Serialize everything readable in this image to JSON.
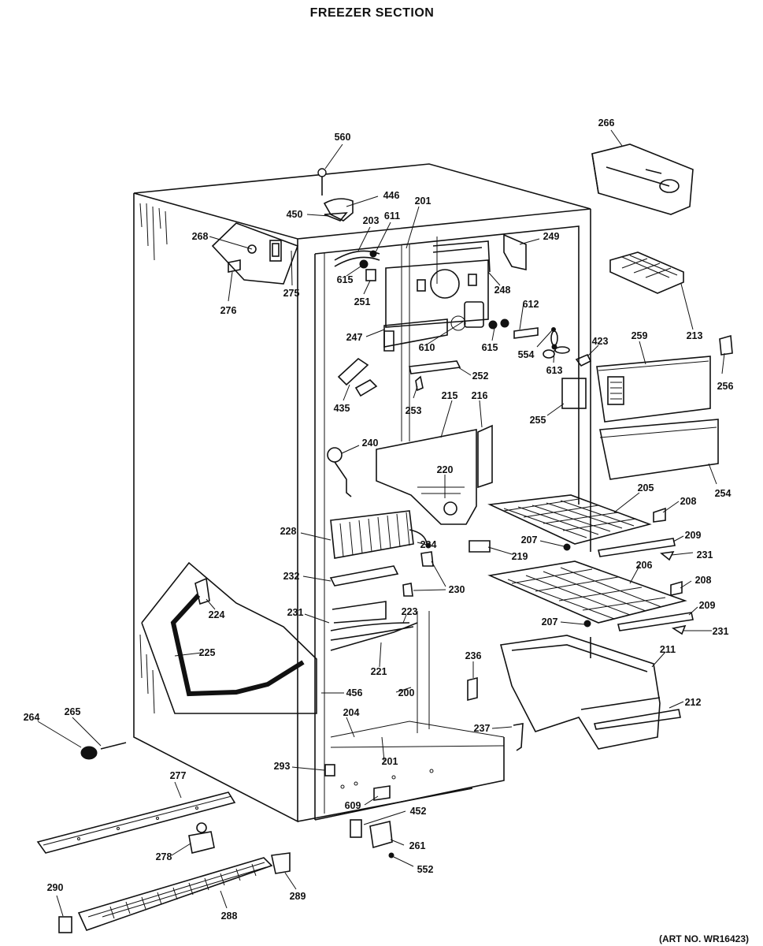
{
  "title": "FREEZER SECTION",
  "art_number": "(ART NO. WR16423)",
  "part_labels": [
    {
      "id": "266",
      "text": "266"
    },
    {
      "id": "560",
      "text": "560"
    },
    {
      "id": "446",
      "text": "446"
    },
    {
      "id": "450",
      "text": "450"
    },
    {
      "id": "201a",
      "text": "201"
    },
    {
      "id": "611",
      "text": "611"
    },
    {
      "id": "203",
      "text": "203"
    },
    {
      "id": "249",
      "text": "249"
    },
    {
      "id": "268",
      "text": "268"
    },
    {
      "id": "615a",
      "text": "615"
    },
    {
      "id": "251",
      "text": "251"
    },
    {
      "id": "248",
      "text": "248"
    },
    {
      "id": "275",
      "text": "275"
    },
    {
      "id": "276",
      "text": "276"
    },
    {
      "id": "612",
      "text": "612"
    },
    {
      "id": "213",
      "text": "213"
    },
    {
      "id": "247",
      "text": "247"
    },
    {
      "id": "610",
      "text": "610"
    },
    {
      "id": "615b",
      "text": "615"
    },
    {
      "id": "423",
      "text": "423"
    },
    {
      "id": "259",
      "text": "259"
    },
    {
      "id": "554",
      "text": "554"
    },
    {
      "id": "613",
      "text": "613"
    },
    {
      "id": "256",
      "text": "256"
    },
    {
      "id": "252",
      "text": "252"
    },
    {
      "id": "435",
      "text": "435"
    },
    {
      "id": "253",
      "text": "253"
    },
    {
      "id": "215",
      "text": "215"
    },
    {
      "id": "216",
      "text": "216"
    },
    {
      "id": "255",
      "text": "255"
    },
    {
      "id": "240",
      "text": "240"
    },
    {
      "id": "220",
      "text": "220"
    },
    {
      "id": "254",
      "text": "254"
    },
    {
      "id": "205",
      "text": "205"
    },
    {
      "id": "208a",
      "text": "208"
    },
    {
      "id": "228",
      "text": "228"
    },
    {
      "id": "234",
      "text": "234"
    },
    {
      "id": "207a",
      "text": "207"
    },
    {
      "id": "209a",
      "text": "209"
    },
    {
      "id": "219",
      "text": "219"
    },
    {
      "id": "231a",
      "text": "231"
    },
    {
      "id": "232",
      "text": "232"
    },
    {
      "id": "230",
      "text": "230"
    },
    {
      "id": "206",
      "text": "206"
    },
    {
      "id": "208b",
      "text": "208"
    },
    {
      "id": "224",
      "text": "224"
    },
    {
      "id": "231b",
      "text": "231"
    },
    {
      "id": "223",
      "text": "223"
    },
    {
      "id": "209b",
      "text": "209"
    },
    {
      "id": "207b",
      "text": "207"
    },
    {
      "id": "231c",
      "text": "231"
    },
    {
      "id": "225",
      "text": "225"
    },
    {
      "id": "211",
      "text": "211"
    },
    {
      "id": "221",
      "text": "221"
    },
    {
      "id": "236",
      "text": "236"
    },
    {
      "id": "456",
      "text": "456"
    },
    {
      "id": "200",
      "text": "200"
    },
    {
      "id": "212",
      "text": "212"
    },
    {
      "id": "264",
      "text": "264"
    },
    {
      "id": "265",
      "text": "265"
    },
    {
      "id": "204",
      "text": "204"
    },
    {
      "id": "237",
      "text": "237"
    },
    {
      "id": "201b",
      "text": "201"
    },
    {
      "id": "293",
      "text": "293"
    },
    {
      "id": "277",
      "text": "277"
    },
    {
      "id": "609",
      "text": "609"
    },
    {
      "id": "452",
      "text": "452"
    },
    {
      "id": "278",
      "text": "278"
    },
    {
      "id": "261",
      "text": "261"
    },
    {
      "id": "552",
      "text": "552"
    },
    {
      "id": "290",
      "text": "290"
    },
    {
      "id": "289",
      "text": "289"
    },
    {
      "id": "288",
      "text": "288"
    }
  ]
}
